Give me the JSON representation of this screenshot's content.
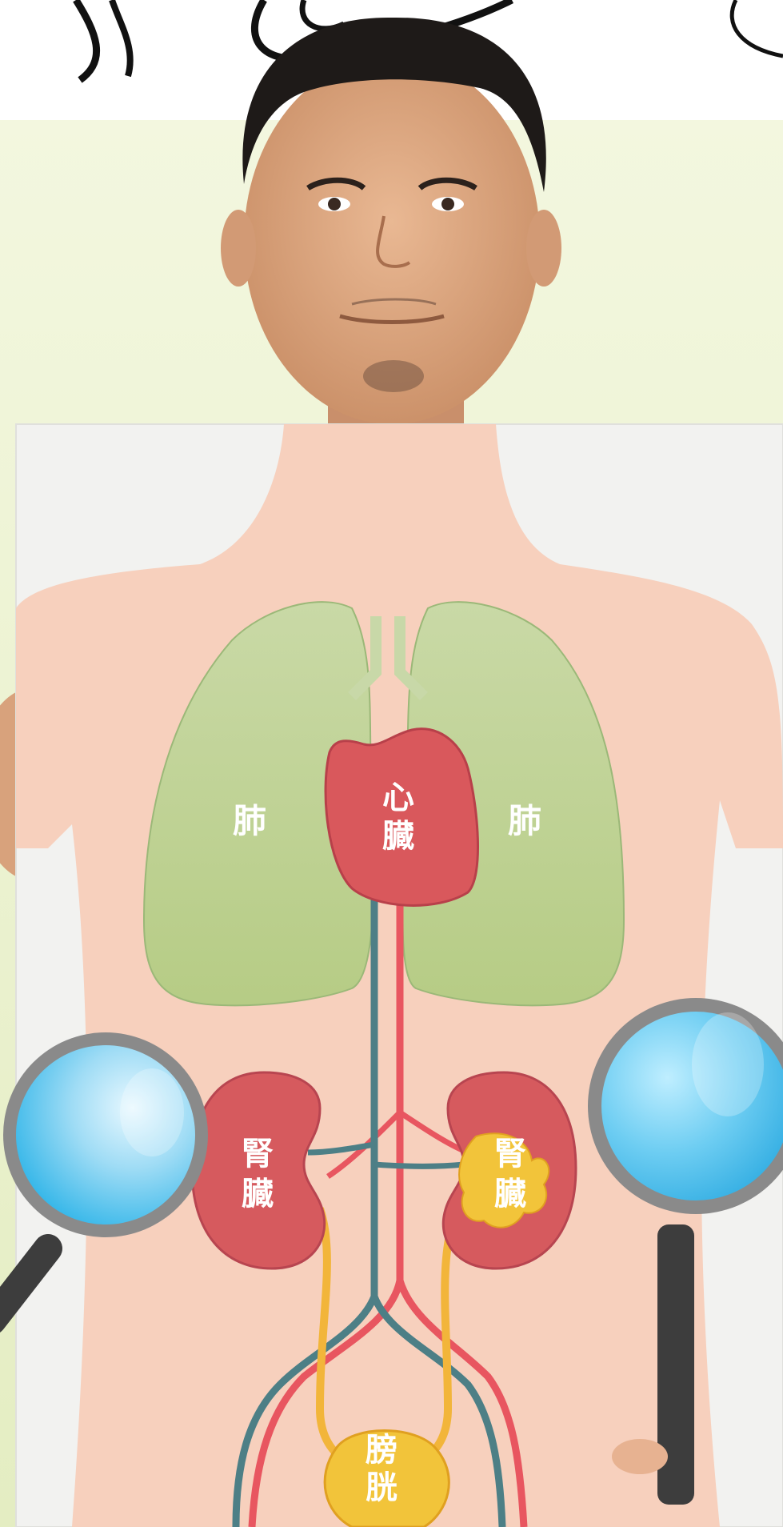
{
  "labels": {
    "lung_left": "肺",
    "lung_right": "肺",
    "heart_line1": "心",
    "heart_line2": "臓",
    "kidney_left_line1": "腎",
    "kidney_left_line2": "臓",
    "kidney_right_line1": "腎",
    "kidney_right_line2": "臓",
    "bladder_line1": "膀",
    "bladder_line2": "胱"
  },
  "colors": {
    "backdrop_green": "#eaf2cf",
    "poster_paper": "#f2f2f0",
    "body_skin": "#f7cdb9",
    "lung": "#b9cf8f",
    "heart": "#d9585c",
    "kidney": "#d65a5e",
    "artery": "#e85660",
    "vein": "#4d7f86",
    "ureter": "#f2b53a",
    "bladder": "#f2c43a",
    "magnifier_lens": "#4fc3ec",
    "magnifier_rim": "#8a8a8a",
    "magnifier_handle": "#3d3d3d"
  }
}
